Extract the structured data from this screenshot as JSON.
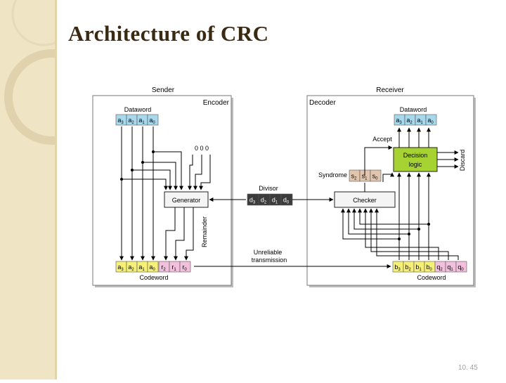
{
  "slide": {
    "title": "Architecture of CRC",
    "page_number": "10. 45"
  },
  "diagram": {
    "sender_label": "Sender",
    "receiver_label": "Receiver",
    "encoder_label": "Encoder",
    "decoder_label": "Decoder",
    "sender_dataword_label": "Dataword",
    "receiver_dataword_label": "Dataword",
    "sender_codeword_label": "Codeword",
    "receiver_codeword_label": "Codeword",
    "zeros": "0 0 0",
    "generator_label": "Generator",
    "checker_label": "Checker",
    "remainder_label": "Remainder",
    "divisor_label": "Divisor",
    "unreliable_line1": "Unreliable",
    "unreliable_line2": "transmission",
    "accept_label": "Accept",
    "discard_label": "Discard",
    "syndrome_label": "Syndrome",
    "decision_line1": "Decision",
    "decision_line2": "logic",
    "sender_dataword_bits": [
      {
        "b": "a",
        "s": "3"
      },
      {
        "b": "a",
        "s": "2"
      },
      {
        "b": "a",
        "s": "1"
      },
      {
        "b": "a",
        "s": "0"
      }
    ],
    "receiver_dataword_bits": [
      {
        "b": "a",
        "s": "3"
      },
      {
        "b": "a",
        "s": "2"
      },
      {
        "b": "a",
        "s": "1"
      },
      {
        "b": "a",
        "s": "0"
      }
    ],
    "divisor_bits": [
      {
        "b": "d",
        "s": "3"
      },
      {
        "b": "d",
        "s": "2"
      },
      {
        "b": "d",
        "s": "1"
      },
      {
        "b": "d",
        "s": "0"
      }
    ],
    "syndrome_bits": [
      {
        "b": "s",
        "s": "2"
      },
      {
        "b": "s",
        "s": "1"
      },
      {
        "b": "s",
        "s": "0"
      }
    ],
    "sender_codeword_data_bits": [
      {
        "b": "a",
        "s": "3"
      },
      {
        "b": "a",
        "s": "2"
      },
      {
        "b": "a",
        "s": "1"
      },
      {
        "b": "a",
        "s": "0"
      }
    ],
    "sender_codeword_remainder_bits": [
      {
        "b": "r",
        "s": "2"
      },
      {
        "b": "r",
        "s": "1"
      },
      {
        "b": "r",
        "s": "0"
      }
    ],
    "receiver_codeword_data_bits": [
      {
        "b": "b",
        "s": "3"
      },
      {
        "b": "b",
        "s": "2"
      },
      {
        "b": "b",
        "s": "1"
      },
      {
        "b": "b",
        "s": "0"
      }
    ],
    "receiver_codeword_remainder_bits": [
      {
        "b": "q",
        "s": "2"
      },
      {
        "b": "q",
        "s": "1"
      },
      {
        "b": "q",
        "s": "0"
      }
    ],
    "colors": {
      "dataword_cell": "#a8d8ec",
      "codeword_data_cell": "#f6f176",
      "codeword_remainder_cell": "#f2bfdc",
      "divisor_cell": "#3c3c3c",
      "syndrome_cell": "#e1c6ad",
      "decision_logic": "#a7d332",
      "title": "#3a2a14"
    }
  }
}
